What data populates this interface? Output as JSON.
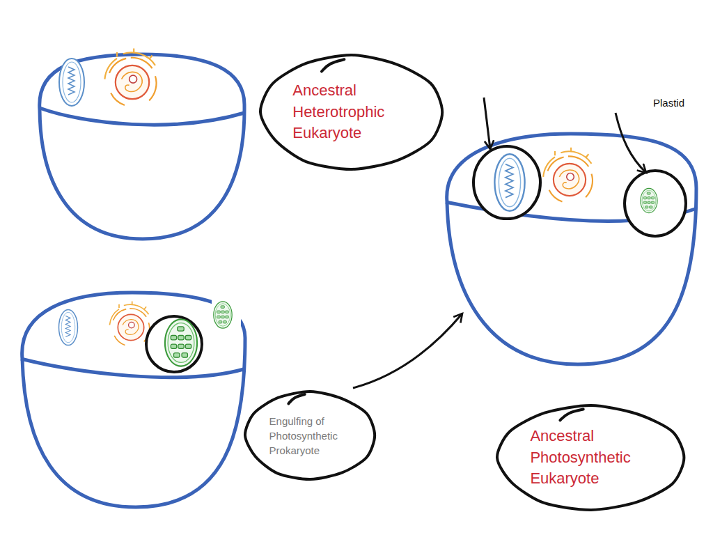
{
  "diagram": {
    "nodes": [
      {
        "text": [
          "Ancestral Heterotrophic Eukaryote"
        ]
      },
      {
        "text": [
          "Engulfing of Photosynthetic Prokaryote"
        ]
      },
      {
        "text": [
          "Ancestral Photosynthetic Eukaryote"
        ]
      }
    ],
    "labels": [
      "Plastid"
    ]
  }
}
